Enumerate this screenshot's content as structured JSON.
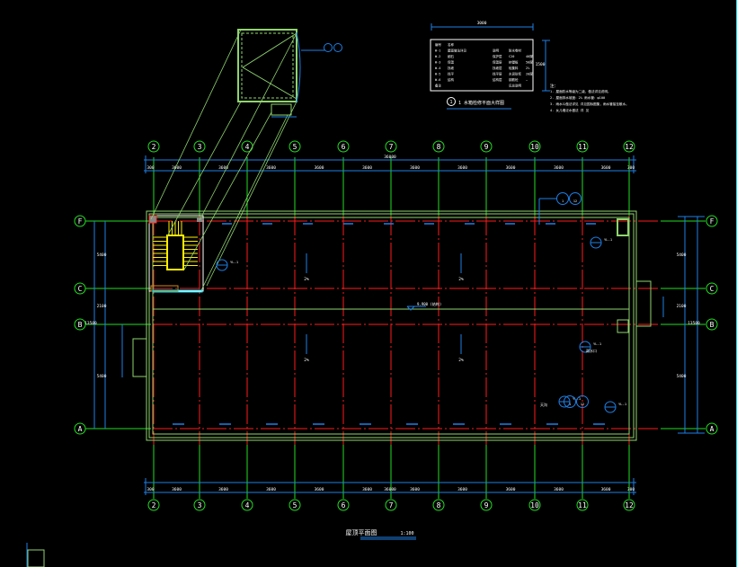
{
  "drawing": {
    "title": "屋顶平面图",
    "scale": "1:100",
    "detail_title": "1 水箱检修平面大样图",
    "detail_number": "1",
    "colors": {
      "background": "#000000",
      "axis_grid": "#ff1a1a",
      "axis_bubble": "#22dd22",
      "dimension": "#1e7fe6",
      "wall": "#8fd46e",
      "stair": "#ffee00",
      "text": "#ffffff",
      "accent_cyan": "#00e5ff",
      "accent_orange": "#d08a1a"
    }
  },
  "axes": {
    "columns": [
      "2",
      "3",
      "4",
      "5",
      "6",
      "7",
      "8",
      "9",
      "10",
      "11",
      "12"
    ],
    "rows": [
      "F",
      "C",
      "B",
      "A"
    ]
  },
  "dimensions": {
    "top_overall": "36000",
    "bottom_overall": "36000",
    "top_segments": [
      "300",
      "3600",
      "3600",
      "3600",
      "3600",
      "3600",
      "3600",
      "3600",
      "3600",
      "3600",
      "3600",
      "300"
    ],
    "bottom_segments": [
      "300",
      "3600",
      "3600",
      "3600",
      "3600",
      "3600",
      "3600",
      "3600",
      "3600",
      "3600",
      "3600",
      "300"
    ],
    "left_segments": [
      "5400",
      "2100",
      "5400"
    ],
    "left_overall": "13500",
    "right_segments": [
      "5400",
      "2100",
      "5400"
    ],
    "right_overall": "13500",
    "detail_width": "1500",
    "table_width": "3000",
    "table_height": "1500"
  },
  "annotations": {
    "slope_labels": [
      "2%",
      "2%",
      "2%",
      "2%"
    ],
    "elevation_label": "9.900 (结构)",
    "drain_labels": [
      "YL-1",
      "YL-1",
      "YL-1",
      "YL-1",
      "YL-1"
    ],
    "detail_refs": [
      "1",
      "12",
      "1",
      "12"
    ],
    "roof_outlet": "雨水口",
    "gutter": "天沟"
  },
  "material_table": {
    "rows": [
      [
        "编号",
        "名称",
        "",
        "",
        ""
      ],
      [
        "W-1",
        "屋面做法详见",
        "说明",
        "防水卷材",
        ""
      ],
      [
        "W-2",
        "细石",
        "保护层",
        "C20",
        "40厚"
      ],
      [
        "W-3",
        "保温",
        "保温层",
        "挤塑板",
        "50厚"
      ],
      [
        "W-4",
        "找坡",
        "找坡层",
        "轻集料",
        "2%"
      ],
      [
        "W-5",
        "找平",
        "找平层",
        "水泥砂浆",
        "20厚"
      ],
      [
        "W-6",
        "结构",
        "结构层",
        "钢筋砼",
        "—"
      ],
      [
        "备注",
        "",
        "",
        "见总说明",
        ""
      ]
    ]
  },
  "notes": {
    "heading": "注：",
    "items": [
      "1. 屋面防水等级为二级，做法详见说明。",
      "2. 屋面排水坡度：2%        雨水管：φ100",
      "3. 雨水斗做法详见       详见国标图集，雨水管接至散水。",
      "4. 女儿墙泛水做法       详         见"
    ]
  }
}
